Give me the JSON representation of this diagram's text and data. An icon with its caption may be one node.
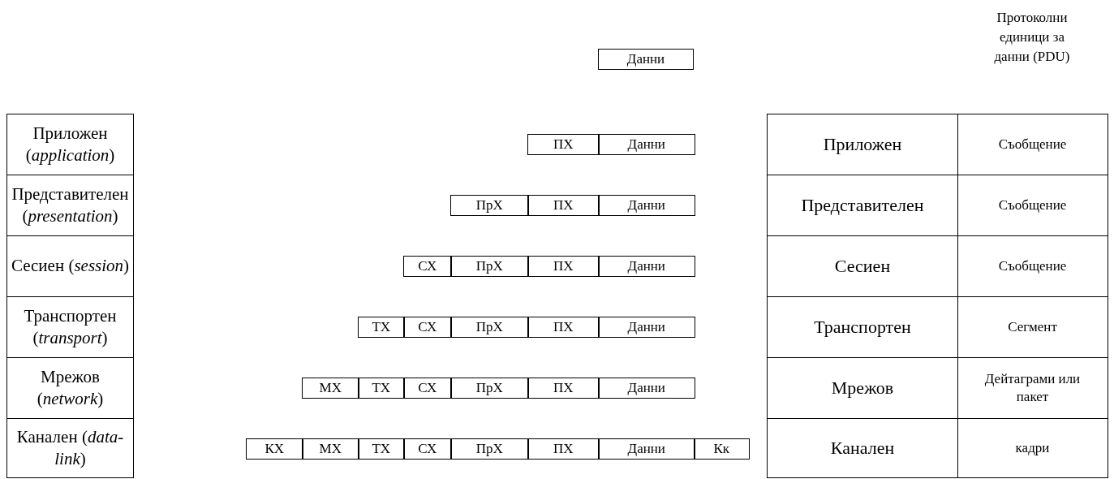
{
  "diagram": {
    "nodes": [
      {
        "text": [
          "Данни"
        ]
      },
      {
        "text": [
          "Приложен (*application*)"
        ]
      },
      {
        "text": [
          "ПХ"
        ]
      },
      {
        "text": [
          "Данни"
        ]
      },
      {
        "text": [
          "Приложен"
        ]
      },
      {
        "text": [
          "Съобщение"
        ]
      },
      {
        "text": [
          "Представителен (*presentation*)"
        ]
      },
      {
        "text": [
          "ПрХ"
        ]
      },
      {
        "text": [
          "ПХ"
        ]
      },
      {
        "text": [
          "Данни"
        ]
      },
      {
        "text": [
          "Представителен"
        ]
      },
      {
        "text": [
          "Съобщение"
        ]
      },
      {
        "text": [
          "Сесиен (*session*)"
        ]
      },
      {
        "text": [
          "СХ"
        ]
      },
      {
        "text": [
          "ПрХ"
        ]
      },
      {
        "text": [
          "ПХ"
        ]
      },
      {
        "text": [
          "Данни"
        ]
      },
      {
        "text": [
          "Сесиен"
        ]
      },
      {
        "text": [
          "Съобщение"
        ]
      },
      {
        "text": [
          "Транспортен (*transport*)"
        ]
      },
      {
        "text": [
          "ТХ"
        ]
      },
      {
        "text": [
          "СХ"
        ]
      },
      {
        "text": [
          "ПрХ"
        ]
      },
      {
        "text": [
          "ПХ"
        ]
      },
      {
        "text": [
          "Данни"
        ]
      },
      {
        "text": [
          "Транспортен"
        ]
      },
      {
        "text": [
          "Сегмент"
        ]
      },
      {
        "text": [
          "Мрежов (*network*)"
        ]
      },
      {
        "text": [
          "МХ"
        ]
      },
      {
        "text": [
          "ТХ"
        ]
      },
      {
        "text": [
          "СХ"
        ]
      },
      {
        "text": [
          "ПрХ"
        ]
      },
      {
        "text": [
          "ПХ"
        ]
      },
      {
        "text": [
          "Данни"
        ]
      },
      {
        "text": [
          "Мрежов"
        ]
      },
      {
        "text": [
          "Дейтаграми или пакет"
        ]
      },
      {
        "text": [
          "Канален (*data-link*)"
        ]
      },
      {
        "text": [
          "КХ"
        ]
      },
      {
        "text": [
          "МХ"
        ]
      },
      {
        "text": [
          "ТХ"
        ]
      },
      {
        "text": [
          "СХ"
        ]
      },
      {
        "text": [
          "ПрХ"
        ]
      },
      {
        "text": [
          "ПХ"
        ]
      },
      {
        "text": [
          "Данни"
        ]
      },
      {
        "text": [
          "Кк"
        ]
      },
      {
        "text": [
          "Канален"
        ]
      },
      {
        "text": [
          "кадри"
        ]
      }
    ],
    "labels": [
      "Протоколни единици за данни (PDU)"
    ]
  }
}
